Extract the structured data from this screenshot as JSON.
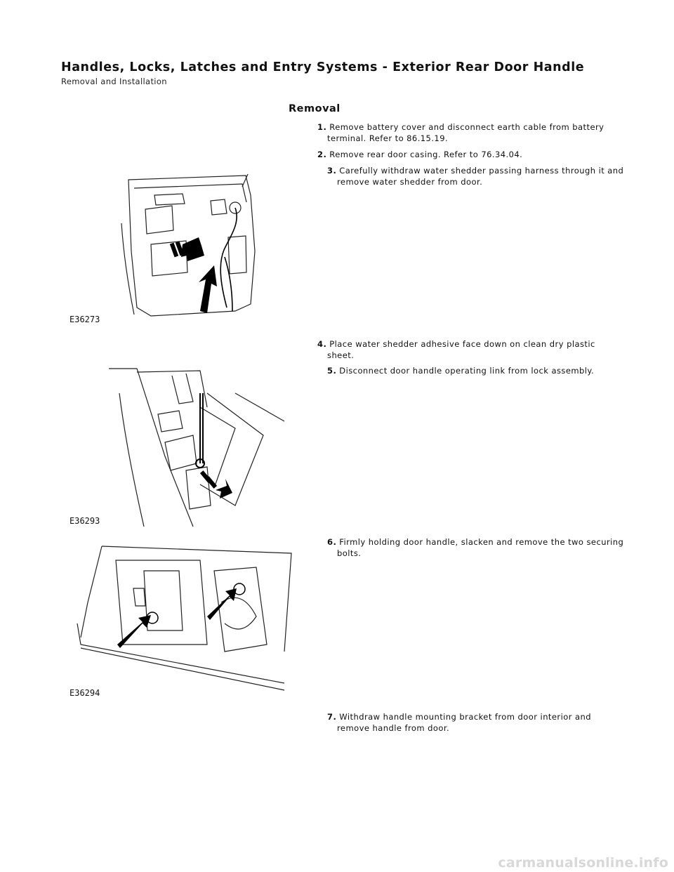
{
  "header": {
    "title": "Handles, Locks, Latches and Entry Systems - Exterior Rear Door Handle",
    "subtitle": "Removal and Installation"
  },
  "section": {
    "heading": "Removal"
  },
  "steps": [
    {
      "num": "1.",
      "text": "Remove battery cover and disconnect earth cable from battery terminal. Refer to 86.15.19."
    },
    {
      "num": "2.",
      "text": "Remove rear door casing. Refer to 76.34.04."
    },
    {
      "num": "3.",
      "text": "Carefully withdraw water shedder passing harness through it and remove water shedder from door."
    },
    {
      "num": "4.",
      "text": "Place water shedder adhesive face down on clean dry plastic sheet."
    },
    {
      "num": "5.",
      "text": "Disconnect door handle operating link from lock assembly."
    },
    {
      "num": "6.",
      "text": "Firmly holding door handle, slacken and remove the two securing bolts."
    },
    {
      "num": "7.",
      "text": "Withdraw handle mounting bracket from door interior and remove handle from door."
    }
  ],
  "figures": [
    {
      "label": "E36273"
    },
    {
      "label": "E36293"
    },
    {
      "label": "E36294"
    }
  ],
  "watermark": "carmanualsonline.info"
}
